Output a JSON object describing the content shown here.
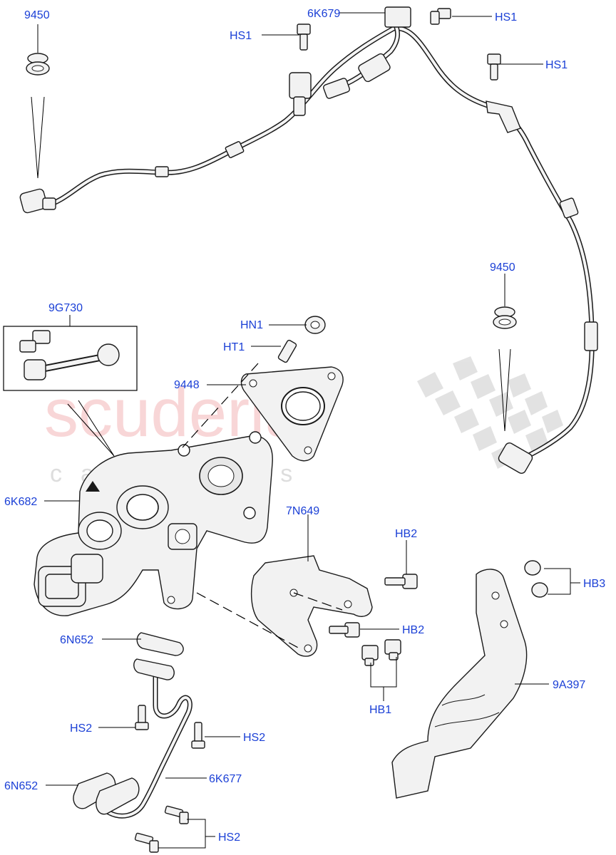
{
  "watermark": {
    "brand": "scuderia",
    "sub": "car parts"
  },
  "callouts": {
    "c9450_top": "9450",
    "c6K679": "6K679",
    "cHS1_a": "HS1",
    "cHS1_b": "HS1",
    "cHS1_c": "HS1",
    "c9450_right": "9450",
    "c9G730": "9G730",
    "cHN1": "HN1",
    "cHT1": "HT1",
    "c9448": "9448",
    "c6K682": "6K682",
    "c7N649": "7N649",
    "cHB2_a": "HB2",
    "cHB2_b": "HB2",
    "cHB3": "HB3",
    "cHB1": "HB1",
    "c6N652_a": "6N652",
    "c9A397": "9A397",
    "cHS2_a": "HS2",
    "cHS2_b": "HS2",
    "c6N652_b": "6N652",
    "c6K677": "6K677",
    "cHS2_c": "HS2"
  },
  "colors": {
    "label": "#1a3fd6",
    "line": "#000000",
    "watermark": "#f4b6b8"
  }
}
